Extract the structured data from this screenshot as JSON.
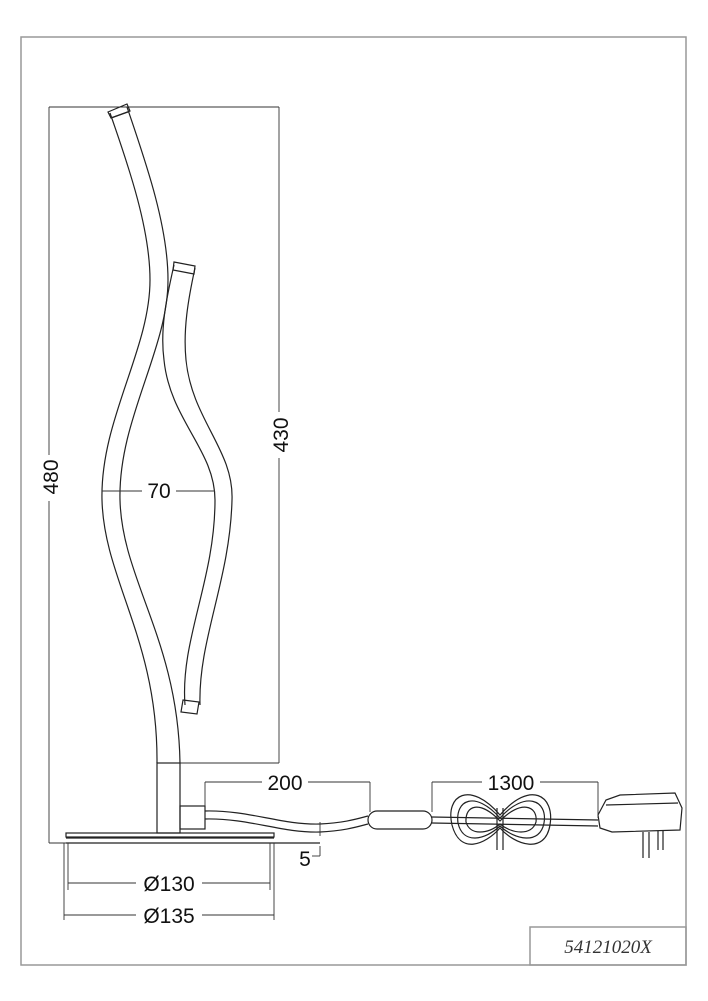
{
  "drawing": {
    "dimensions": {
      "total_height": "480",
      "arm_height": "430",
      "arm_width": "70",
      "cable_to_switch": "200",
      "cable_length": "1300",
      "base_thickness": "5",
      "base_inner_diameter": "Ø130",
      "base_outer_diameter": "Ø135"
    },
    "article_number": "54121020X"
  }
}
